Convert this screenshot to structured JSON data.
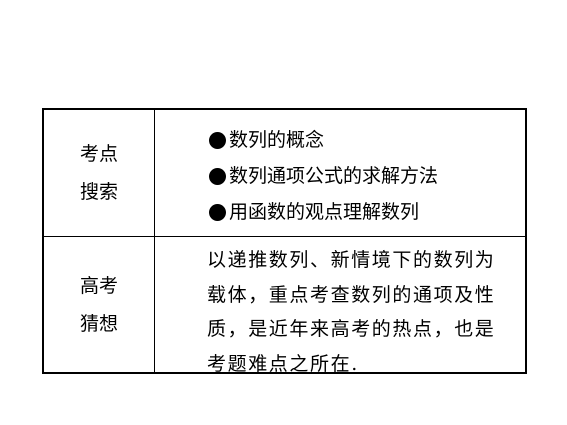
{
  "table": {
    "rows": [
      {
        "label_lines": [
          "考点",
          "搜索"
        ],
        "bullets": [
          "数列的概念",
          "数列通项公式的求解方法",
          "用函数的观点理解数列"
        ]
      },
      {
        "label_lines": [
          "高考",
          "猜想"
        ],
        "paragraph_lines": [
          "以递推数列、新情境下的数列为",
          "载体，重点考查数列的通项及性",
          "质，是近年来高考的热点，也是",
          "考题难点之所在."
        ]
      }
    ]
  }
}
